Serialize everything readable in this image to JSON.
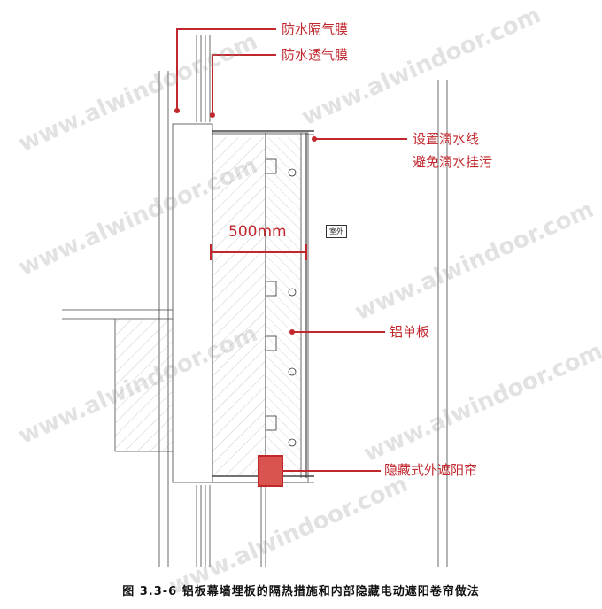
{
  "labels": {
    "vapor_barrier": "防水隔气膜",
    "breathable_membrane": "防水透气膜",
    "drip_line_1": "设置滴水线",
    "drip_line_2": "避免滴水挂污",
    "width_dim": "500mm",
    "aluminum_panel": "铝单板",
    "hidden_shade": "隐藏式外遮阳帘",
    "outdoor": "室外"
  },
  "watermark": "www.alwindoor.com",
  "caption": "图 3.3-6  铝板幕墙埋板的隔热措施和内部隐藏电动遮阳卷帘做法",
  "colors": {
    "accent": "#c1272d",
    "line": "#333333"
  }
}
